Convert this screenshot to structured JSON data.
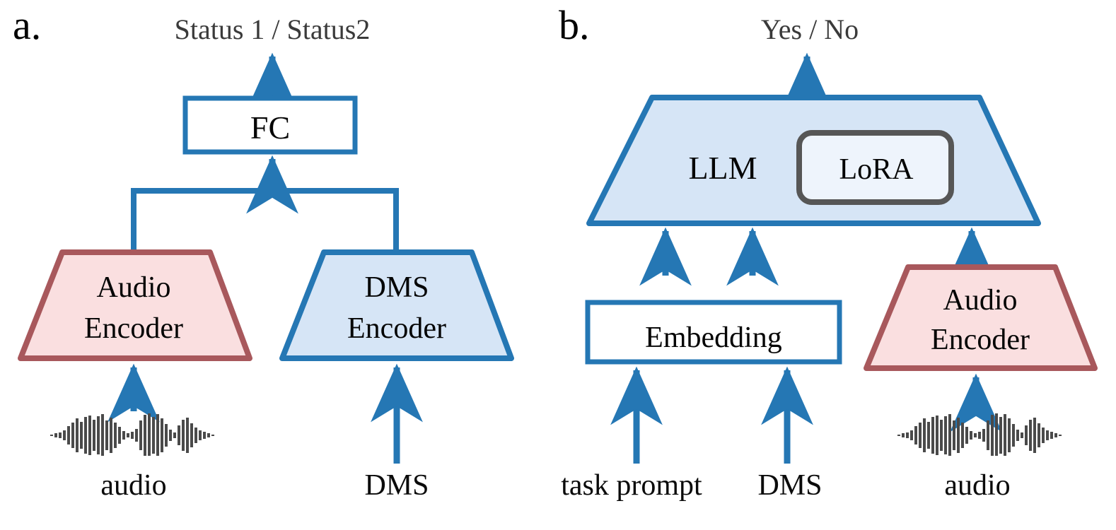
{
  "figure": {
    "type": "diagram",
    "background": "#ffffff",
    "colors": {
      "blue_stroke": "#2577b4",
      "blue_fill": "#d6e5f6",
      "red_stroke": "#a8585c",
      "red_fill": "#fadfe0",
      "white_fill": "#ffffff",
      "gray_stroke": "#565656",
      "lora_fill": "#eef4fc",
      "output_text": "#3a3a3a",
      "node_text": "#050505"
    }
  },
  "panels": [
    {
      "id": "a",
      "label": "a.",
      "output": "Status 1 / Status2",
      "nodes": [
        {
          "id": "fc",
          "label": "FC",
          "shape": "rect",
          "fill": "white_fill",
          "stroke": "blue_stroke"
        },
        {
          "id": "audio-encoder",
          "label_line1": "Audio",
          "label_line2": "Encoder",
          "shape": "trapezoid",
          "fill": "red_fill",
          "stroke": "red_stroke"
        },
        {
          "id": "dms-encoder",
          "label_line1": "DMS",
          "label_line2": "Encoder",
          "shape": "trapezoid",
          "fill": "blue_fill",
          "stroke": "blue_stroke"
        }
      ],
      "inputs": [
        {
          "id": "audio",
          "label": "audio",
          "icon": "audio-waveform-icon"
        },
        {
          "id": "dms",
          "label": "DMS",
          "icon": null
        }
      ]
    },
    {
      "id": "b",
      "label": "b.",
      "output": "Yes / No",
      "nodes": [
        {
          "id": "llm",
          "label": "LLM",
          "shape": "inverted-trapezoid",
          "fill": "blue_fill",
          "stroke": "blue_stroke"
        },
        {
          "id": "lora",
          "label": "LoRA",
          "shape": "rounded-rect",
          "fill": "lora_fill",
          "stroke": "gray_stroke"
        },
        {
          "id": "embedding",
          "label": "Embedding",
          "shape": "rect",
          "fill": "white_fill",
          "stroke": "blue_stroke"
        },
        {
          "id": "audio-encoder",
          "label_line1": "Audio",
          "label_line2": "Encoder",
          "shape": "trapezoid",
          "fill": "red_fill",
          "stroke": "red_stroke"
        }
      ],
      "inputs": [
        {
          "id": "task-prompt",
          "label": "task prompt",
          "icon": null
        },
        {
          "id": "dms",
          "label": "DMS",
          "icon": null
        },
        {
          "id": "audio",
          "label": "audio",
          "icon": "audio-waveform-icon"
        }
      ]
    }
  ]
}
